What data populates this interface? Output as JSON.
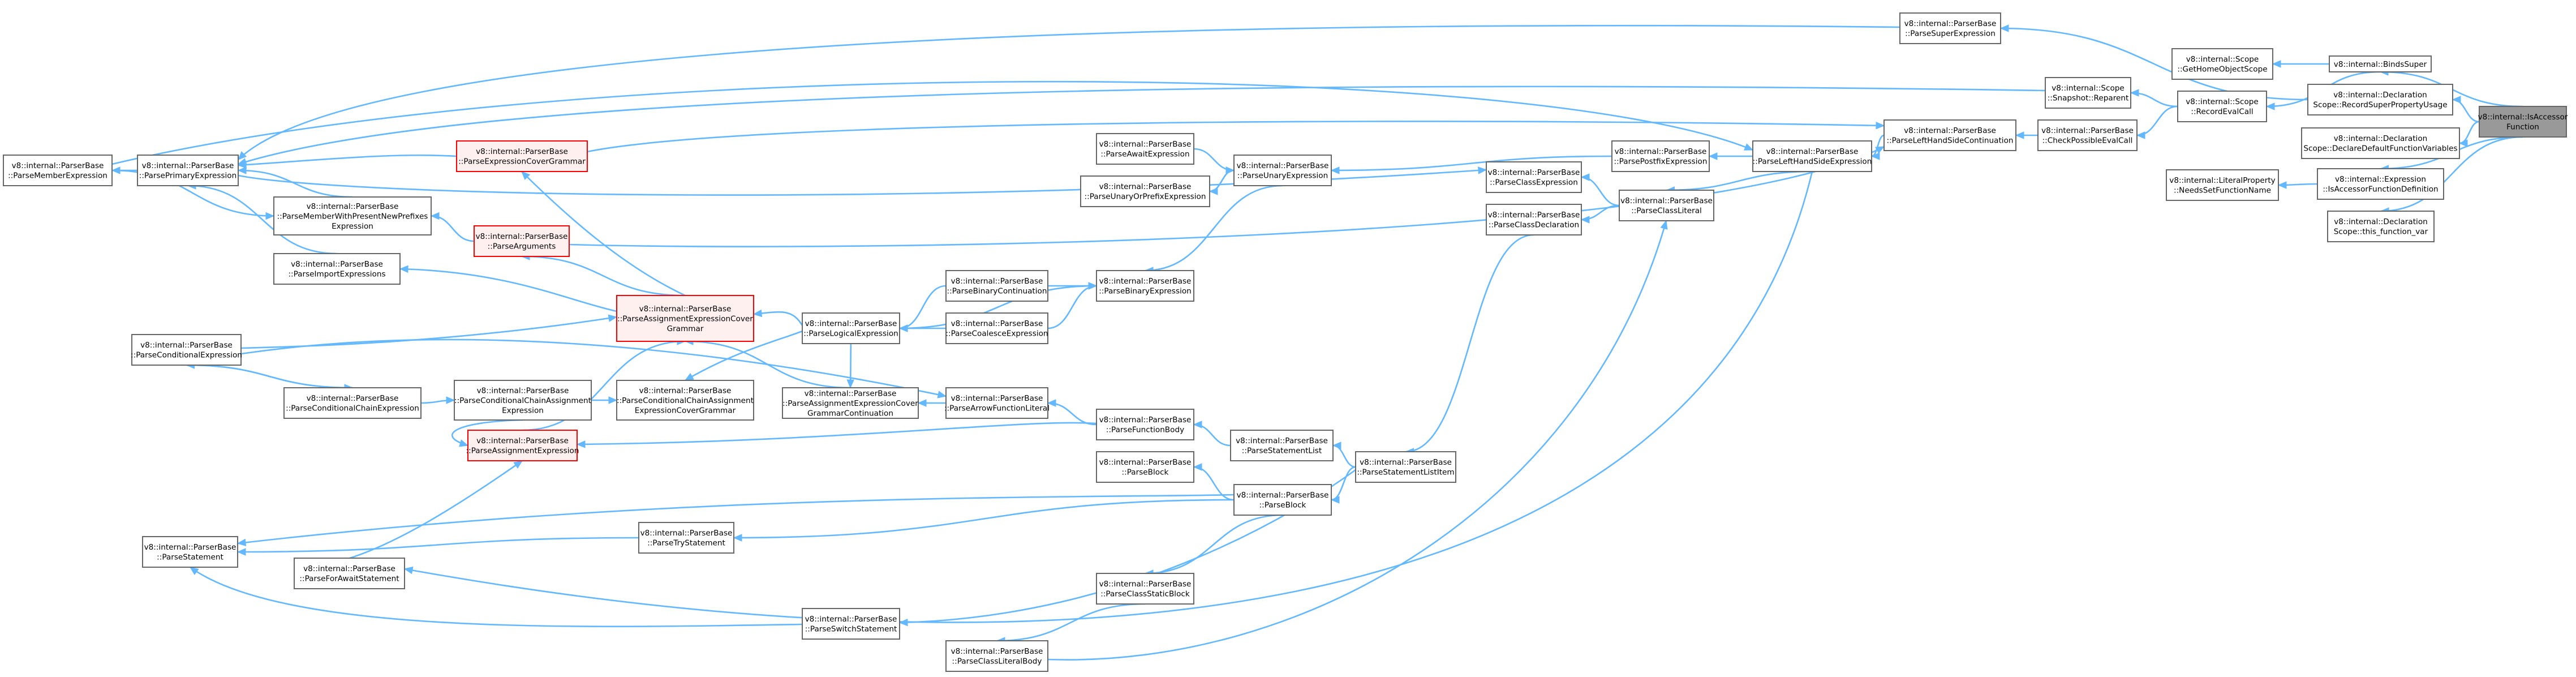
{
  "diagram": {
    "nodes": [
      {
        "id": "isAccessor",
        "lines": [
          "v8::internal::IsAccessor",
          "Function"
        ],
        "style": "root"
      },
      {
        "id": "bindsSuper",
        "lines": [
          "v8::internal::BindsSuper"
        ]
      },
      {
        "id": "recordSuper",
        "lines": [
          "v8::internal::Declaration",
          "Scope::RecordSuperPropertyUsage"
        ]
      },
      {
        "id": "declareDefault",
        "lines": [
          "v8::internal::Declaration",
          "Scope::DeclareDefaultFunctionVariables"
        ]
      },
      {
        "id": "isAccessorDef",
        "lines": [
          "v8::internal::Expression",
          "::IsAccessorFunctionDefinition"
        ]
      },
      {
        "id": "thisFuncVar",
        "lines": [
          "v8::internal::Declaration",
          "Scope::this_function_var"
        ]
      },
      {
        "id": "getHomeObj",
        "lines": [
          "v8::internal::Scope",
          "::GetHomeObjectScope"
        ]
      },
      {
        "id": "recordEval",
        "lines": [
          "v8::internal::Scope",
          "::RecordEvalCall"
        ]
      },
      {
        "id": "needsSetFn",
        "lines": [
          "v8::internal::LiteralProperty",
          "::NeedsSetFunctionName"
        ]
      },
      {
        "id": "snapshotReparent",
        "lines": [
          "v8::internal::Scope",
          "::Snapshot::Reparent"
        ]
      },
      {
        "id": "checkPossibleEval",
        "lines": [
          "v8::internal::ParserBase",
          "::CheckPossibleEvalCall"
        ]
      },
      {
        "id": "parseSuperExpr",
        "lines": [
          "v8::internal::ParserBase",
          "::ParseSuperExpression"
        ]
      },
      {
        "id": "parseLHSCont",
        "lines": [
          "v8::internal::ParserBase",
          "::ParseLeftHandSideContinuation"
        ]
      },
      {
        "id": "parseLHSExpr",
        "lines": [
          "v8::internal::ParserBase",
          "::ParseLeftHandSideExpression"
        ]
      },
      {
        "id": "parsePostfix",
        "lines": [
          "v8::internal::ParserBase",
          "::ParsePostfixExpression"
        ]
      },
      {
        "id": "parseClassExpr",
        "lines": [
          "v8::internal::ParserBase",
          "::ParseClassExpression"
        ]
      },
      {
        "id": "parseClassDecl",
        "lines": [
          "v8::internal::ParserBase",
          "::ParseClassDeclaration"
        ]
      },
      {
        "id": "parseClassLit",
        "lines": [
          "v8::internal::ParserBase",
          "::ParseClassLiteral"
        ]
      },
      {
        "id": "parseAwait",
        "lines": [
          "v8::internal::ParserBase",
          "::ParseAwaitExpression"
        ]
      },
      {
        "id": "parseUnaryOrPrefix",
        "lines": [
          "v8::internal::ParserBase",
          "::ParseUnaryOrPrefixExpression"
        ]
      },
      {
        "id": "parseUnary",
        "lines": [
          "v8::internal::ParserBase",
          "::ParseUnaryExpression"
        ]
      },
      {
        "id": "parseBinaryCont",
        "lines": [
          "v8::internal::ParserBase",
          "::ParseBinaryContinuation"
        ]
      },
      {
        "id": "parseCoalesce",
        "lines": [
          "v8::internal::ParserBase",
          "::ParseCoalesceExpression"
        ]
      },
      {
        "id": "parseBinary",
        "lines": [
          "v8::internal::ParserBase",
          "::ParseBinaryExpression"
        ]
      },
      {
        "id": "parseLogical",
        "lines": [
          "v8::internal::ParserBase",
          "::ParseLogicalExpression"
        ]
      },
      {
        "id": "parseArrowLit",
        "lines": [
          "v8::internal::ParserBase",
          "::ParseArrowFunctionLiteral"
        ]
      },
      {
        "id": "parseFunctionBody",
        "lines": [
          "v8::internal::ParserBase",
          "::ParseFunctionBody"
        ]
      },
      {
        "id": "parseStatementList",
        "lines": [
          "v8::internal::ParserBase",
          "::ParseStatementList"
        ]
      },
      {
        "id": "parseStatementListItem",
        "lines": [
          "v8::internal::ParserBase",
          "::ParseStatementListItem"
        ]
      },
      {
        "id": "parseBlockPlain",
        "lines": [
          "v8::internal::ParserBase",
          "::ParseBlock"
        ]
      },
      {
        "id": "parseBlock",
        "lines": [
          "v8::internal::ParserBase",
          "::ParseBlock"
        ]
      },
      {
        "id": "parseClassStatic",
        "lines": [
          "v8::internal::ParserBase",
          "::ParseClassStaticBlock"
        ]
      },
      {
        "id": "parseClassLitBody",
        "lines": [
          "v8::internal::ParserBase",
          "::ParseClassLiteralBody"
        ]
      },
      {
        "id": "parseAssignCoverCont",
        "lines": [
          "v8::internal::ParserBase",
          "::ParseAssignmentExpressionCover",
          "GrammarContinuation"
        ]
      },
      {
        "id": "parseCondChainCover",
        "lines": [
          "v8::internal::ParserBase",
          "::ParseConditionalChainAssignment",
          "ExpressionCoverGrammar"
        ]
      },
      {
        "id": "parseCondChainAssign",
        "lines": [
          "v8::internal::ParserBase",
          "::ParseConditionalChainAssignment",
          "Expression"
        ]
      },
      {
        "id": "parseAssignCover",
        "lines": [
          "v8::internal::ParserBase",
          "::ParseAssignmentExpressionCover",
          "Grammar"
        ],
        "style": "red"
      },
      {
        "id": "parseAssignment",
        "lines": [
          "v8::internal::ParserBase",
          "::ParseAssignmentExpression"
        ],
        "style": "red"
      },
      {
        "id": "parseTry",
        "lines": [
          "v8::internal::ParserBase",
          "::ParseTryStatement"
        ]
      },
      {
        "id": "parseSwitch",
        "lines": [
          "v8::internal::ParserBase",
          "::ParseSwitchStatement"
        ]
      },
      {
        "id": "parseExprCover",
        "lines": [
          "v8::internal::ParserBase",
          "::ParseExpressionCoverGrammar"
        ],
        "style": "red"
      },
      {
        "id": "parseArguments",
        "lines": [
          "v8::internal::ParserBase",
          "::ParseArguments"
        ],
        "style": "red"
      },
      {
        "id": "parseImport",
        "lines": [
          "v8::internal::ParserBase",
          "::ParseImportExpressions"
        ]
      },
      {
        "id": "parseMemberNewPrefixes",
        "lines": [
          "v8::internal::ParserBase",
          "::ParseMemberWithPresentNewPrefixes",
          "Expression"
        ]
      },
      {
        "id": "parsePrimary",
        "lines": [
          "v8::internal::ParserBase",
          "::ParsePrimaryExpression"
        ]
      },
      {
        "id": "parseMember",
        "lines": [
          "v8::internal::ParserBase",
          "::ParseMemberExpression"
        ]
      },
      {
        "id": "parseConditional",
        "lines": [
          "v8::internal::ParserBase",
          "::ParseConditionalExpression"
        ]
      },
      {
        "id": "parseCondChainExpr",
        "lines": [
          "v8::internal::ParserBase",
          "::ParseConditionalChainExpression"
        ]
      },
      {
        "id": "parseForAwait",
        "lines": [
          "v8::internal::ParserBase",
          "::ParseForAwaitStatement"
        ]
      },
      {
        "id": "parseStatement",
        "lines": [
          "v8::internal::ParserBase",
          "::ParseStatement"
        ]
      }
    ],
    "edges": [
      [
        "bindsSuper",
        "isAccessor"
      ],
      [
        "recordSuper",
        "isAccessor"
      ],
      [
        "declareDefault",
        "isAccessor"
      ],
      [
        "isAccessorDef",
        "isAccessor"
      ],
      [
        "thisFuncVar",
        "isAccessor"
      ],
      [
        "getHomeObj",
        "bindsSuper"
      ],
      [
        "recordEval",
        "bindsSuper"
      ],
      [
        "needsSetFn",
        "isAccessorDef"
      ],
      [
        "snapshotReparent",
        "recordEval"
      ],
      [
        "checkPossibleEval",
        "recordEval"
      ],
      [
        "parseSuperExpr",
        "recordSuper"
      ],
      [
        "parseLHSCont",
        "checkPossibleEval"
      ],
      [
        "parseLHSExpr",
        "parseLHSCont"
      ],
      [
        "parsePostfix",
        "parseLHSExpr"
      ],
      [
        "parseClassLit",
        "parseLHSExpr"
      ],
      [
        "parseClassExpr",
        "parseClassLit"
      ],
      [
        "parseClassDecl",
        "parseClassLit"
      ],
      [
        "parseUnary",
        "parsePostfix"
      ],
      [
        "parseUnary",
        "parseAwait"
      ],
      [
        "parseUnary",
        "parseUnaryOrPrefix"
      ],
      [
        "parseUnaryOrPrefix",
        "parseUnary"
      ],
      [
        "parseBinary",
        "parseUnary"
      ],
      [
        "parseBinary",
        "parseBinaryCont"
      ],
      [
        "parseBinary",
        "parseCoalesce"
      ],
      [
        "parseLogical",
        "parseBinary"
      ],
      [
        "parseLogical",
        "parseBinaryCont"
      ],
      [
        "parseLogical",
        "parseCoalesce"
      ],
      [
        "parseAssignCoverCont",
        "parseLogical"
      ],
      [
        "parseCondChainCover",
        "parseLogical"
      ],
      [
        "parseAssignCover",
        "parseLogical"
      ],
      [
        "parseStatementListItem",
        "parseClassDecl"
      ],
      [
        "parseStatementList",
        "parseStatementListItem"
      ],
      [
        "parseFunctionBody",
        "parseStatementList"
      ],
      [
        "parseBlock",
        "parseStatementListItem"
      ],
      [
        "parseBlockPlain",
        "parseBlock"
      ],
      [
        "parseClassStatic",
        "parseBlock"
      ],
      [
        "parseClassLitBody",
        "parseClassStatic"
      ],
      [
        "parseClassLit",
        "parseClassLitBody"
      ],
      [
        "parseArrowLit",
        "parseFunctionBody"
      ],
      [
        "parseAssignCoverCont",
        "parseArrowLit"
      ],
      [
        "parseArrowLit",
        "parseConditional"
      ],
      [
        "parseAssignCover",
        "parseAssignCoverCont"
      ],
      [
        "parseCondChainCover",
        "parseCondChainAssign"
      ],
      [
        "parseAssignCover",
        "parseAssignment"
      ],
      [
        "parseAssignment",
        "parseCondChainAssign"
      ],
      [
        "parseAssignment",
        "parseFunctionBody"
      ],
      [
        "parseCondChainAssign",
        "parseCondChainExpr"
      ],
      [
        "parseCondChainExpr",
        "parseConditional"
      ],
      [
        "parseAssignCover",
        "parseConditional"
      ],
      [
        "parseExprCover",
        "parseAssignCover"
      ],
      [
        "parseArguments",
        "parseAssignCover"
      ],
      [
        "parseImport",
        "parseAssignCover"
      ],
      [
        "parseAssignment",
        "parseForAwait"
      ],
      [
        "parseTry",
        "parseBlock"
      ],
      [
        "parseStatement",
        "parseTry"
      ],
      [
        "parseStatement",
        "parseBlock"
      ],
      [
        "parseStatement",
        "parseSwitch"
      ],
      [
        "parseSwitch",
        "parseStatementListItem"
      ],
      [
        "parseForAwait",
        "parseLHSExpr"
      ],
      [
        "parseMemberNewPrefixes",
        "parseArguments"
      ],
      [
        "parseLHSExpr",
        "parseArguments"
      ],
      [
        "parsePrimary",
        "parseMemberNewPrefixes"
      ],
      [
        "parsePrimary",
        "parseImport"
      ],
      [
        "parsePrimary",
        "parseExprCover"
      ],
      [
        "parseMemberNewPrefixes",
        "parseMember"
      ],
      [
        "parsePrimary",
        "parseSuperExpr"
      ],
      [
        "parsePrimary",
        "snapshotReparent"
      ],
      [
        "parseLHSCont",
        "parseExprCover"
      ],
      [
        "parseLHSExpr",
        "parseMember"
      ],
      [
        "parseClassExpr",
        "parsePrimary"
      ],
      [
        "parseMember",
        "parsePrimary"
      ],
      [
        "parseConditional",
        "parseCondChainExpr"
      ]
    ]
  }
}
